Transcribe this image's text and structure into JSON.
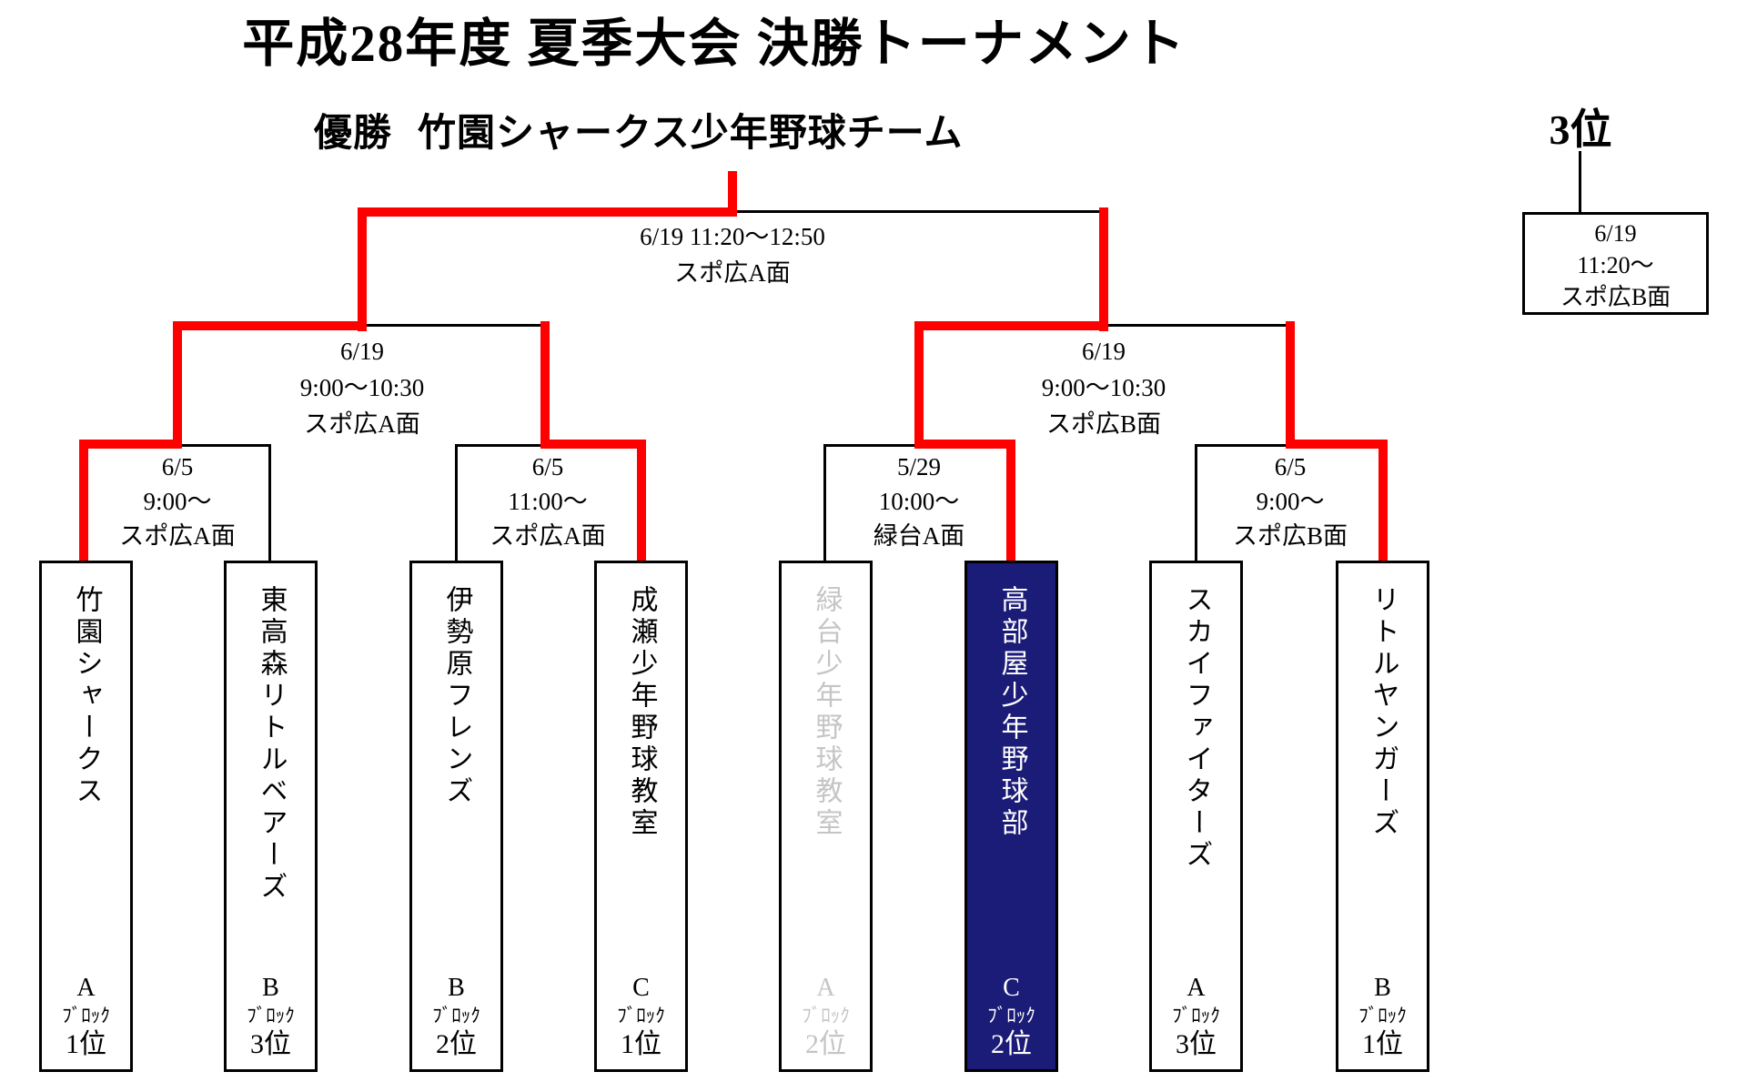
{
  "page": {
    "title": "平成28年度 夏季大会 決勝トーナメント"
  },
  "champion": {
    "label": "優勝",
    "team": "竹園シャークス少年野球チーム"
  },
  "third_place": {
    "heading": "3位",
    "date": "6/19",
    "time": "11:20～",
    "venue": "スポ広B面"
  },
  "final": {
    "datetime": "6/19 11:20～12:50",
    "venue": "スポ広A面"
  },
  "semifinals": [
    {
      "date": "6/19",
      "time": "9:00～10:30",
      "venue": "スポ広A面"
    },
    {
      "date": "6/19",
      "time": "9:00～10:30",
      "venue": "スポ広B面"
    }
  ],
  "quarterfinals": [
    {
      "date": "6/5",
      "time": "9:00～",
      "venue": "スポ広A面"
    },
    {
      "date": "6/5",
      "time": "11:00～",
      "venue": "スポ広A面"
    },
    {
      "date": "5/29",
      "time": "10:00～",
      "venue": "緑台A面"
    },
    {
      "date": "6/5",
      "time": "9:00～",
      "venue": "スポ広B面"
    }
  ],
  "teams": [
    {
      "name": "竹園シャークス",
      "block": "A",
      "block_word": "ﾌﾞﾛｯｸ",
      "rank": "1位",
      "status": "winner-path"
    },
    {
      "name": "東高森リトルベアーズ",
      "block": "B",
      "block_word": "ﾌﾞﾛｯｸ",
      "rank": "3位",
      "status": "normal"
    },
    {
      "name": "伊勢原フレンズ",
      "block": "B",
      "block_word": "ﾌﾞﾛｯｸ",
      "rank": "2位",
      "status": "normal"
    },
    {
      "name": "成瀬少年野球教室",
      "block": "C",
      "block_word": "ﾌﾞﾛｯｸ",
      "rank": "1位",
      "status": "winner-path"
    },
    {
      "name": "緑台少年野球教室",
      "block": "A",
      "block_word": "ﾌﾞﾛｯｸ",
      "rank": "2位",
      "status": "grayed"
    },
    {
      "name": "高部屋少年野球部",
      "block": "C",
      "block_word": "ﾌﾞﾛｯｸ",
      "rank": "2位",
      "status": "highlighted"
    },
    {
      "name": "スカイファイターズ",
      "block": "A",
      "block_word": "ﾌﾞﾛｯｸ",
      "rank": "3位",
      "status": "normal"
    },
    {
      "name": "リトルヤンガーズ",
      "block": "B",
      "block_word": "ﾌﾞﾛｯｸ",
      "rank": "1位",
      "status": "winner-path"
    }
  ],
  "colors": {
    "winner_path": "#ff0000",
    "highlight_bg": "#1b1b78",
    "highlight_text": "#ffffff",
    "grayed_text": "#c5c5c5",
    "line": "#000000"
  }
}
